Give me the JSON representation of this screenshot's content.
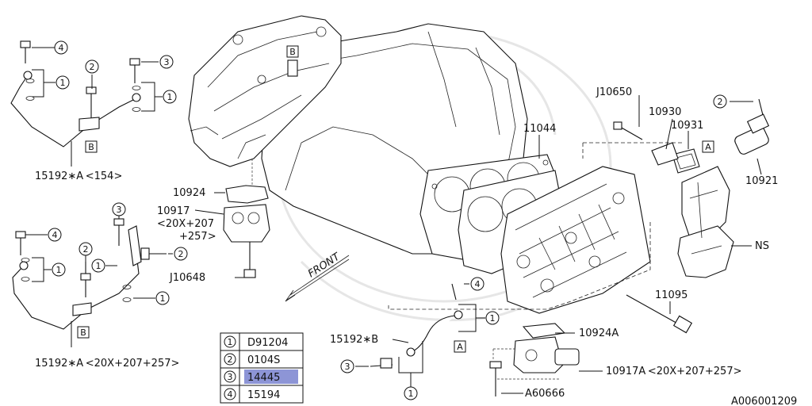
{
  "figure_id": "A006001209",
  "callouts": {
    "pipe_a_154": "15192∗A <154>",
    "pipe_a_20x": "15192∗A <20X+207+257>",
    "pipe_b": "15192∗B",
    "gasket_head": "11044",
    "bolt_head": "11095",
    "cover_10930": "10930",
    "gasket_10931": "10931",
    "bolt_j10650": "J10650",
    "valve_10921": "10921",
    "ns": "NS",
    "gasket_10924": "10924",
    "valve_10917_line1": "10917",
    "valve_10917_line2": "<20X+207",
    "valve_10917_line3": "+257>",
    "bolt_j10648": "J10648",
    "gasket_10924a": "10924A",
    "valve_10917a": "10917A <20X+207+257>",
    "bolt_a60666": "A60666",
    "front": "FRONT"
  },
  "ref_letters": {
    "a": "A",
    "b": "B"
  },
  "circle_numbers": [
    "1",
    "2",
    "3",
    "4"
  ],
  "legend": [
    {
      "num": "1",
      "part": "D91204",
      "highlighted": false
    },
    {
      "num": "2",
      "part": "0104S",
      "highlighted": false
    },
    {
      "num": "3",
      "part": "14445",
      "highlighted": true
    },
    {
      "num": "4",
      "part": "15194",
      "highlighted": false
    }
  ],
  "colors": {
    "highlight": "#8d95d6",
    "ink": "#111111"
  }
}
